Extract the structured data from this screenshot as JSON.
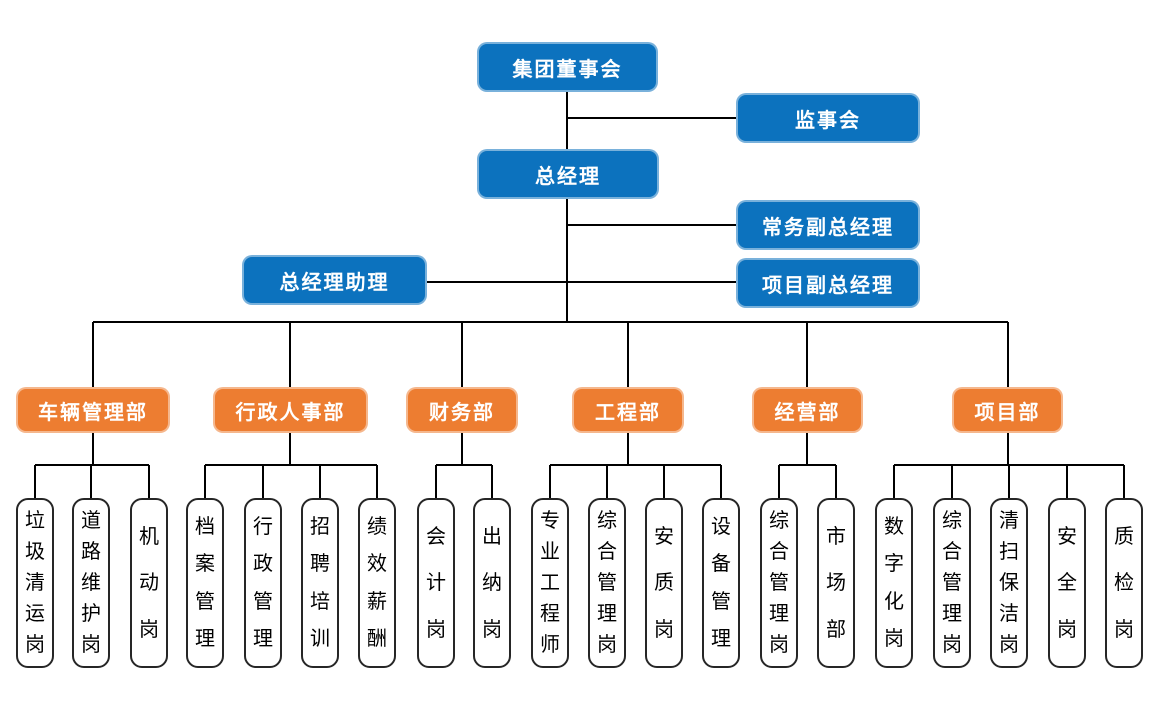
{
  "diagram_type": "organization-chart",
  "colors": {
    "executive_fill": "#0C72BE",
    "executive_text": "#FFFFFF",
    "department_fill": "#ED7D31",
    "department_text": "#FFFFFF",
    "position_fill": "#FFFFFF",
    "position_border": "#262626",
    "position_text": "#000000",
    "connector": "#000000"
  },
  "org": {
    "root": {
      "label": "集团董事会"
    },
    "supervisory": {
      "label": "监事会"
    },
    "gm": {
      "label": "总经理"
    },
    "deputies": [
      {
        "label": "常务副总经理"
      },
      {
        "label": "项目副总经理"
      }
    ],
    "assistant": {
      "label": "总经理助理"
    },
    "departments": [
      {
        "label": "车辆管理部",
        "positions": [
          "垃圾清运岗",
          "道路维护岗",
          "机动岗"
        ]
      },
      {
        "label": "行政人事部",
        "positions": [
          "档案管理",
          "行政管理",
          "招聘培训",
          "绩效薪酬"
        ]
      },
      {
        "label": "财务部",
        "positions": [
          "会计岗",
          "出纳岗"
        ]
      },
      {
        "label": "工程部",
        "positions": [
          "专业工程师",
          "综合管理岗",
          "安质岗",
          "设备管理"
        ]
      },
      {
        "label": "经营部",
        "positions": [
          "综合管理岗",
          "市场部"
        ]
      },
      {
        "label": "项目部",
        "positions": [
          "数字化岗",
          "综合管理岗",
          "清扫保洁岗",
          "安全岗",
          "质检岗"
        ]
      }
    ]
  }
}
